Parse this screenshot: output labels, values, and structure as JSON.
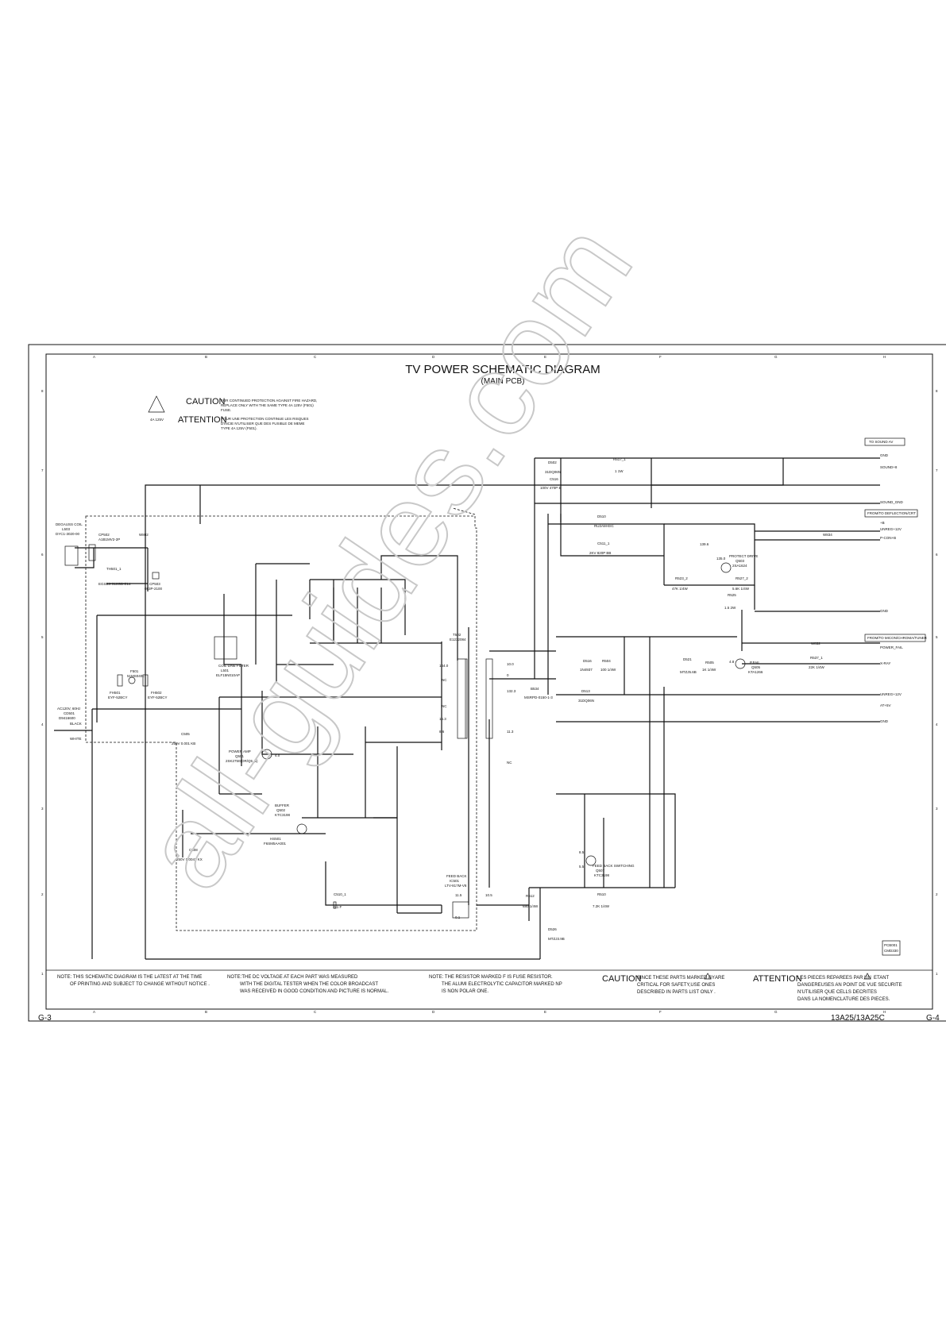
{
  "title": "TV POWER SCHEMATIC DIAGRAM",
  "subtitle": "(MAIN PCB)",
  "watermark": "all-guides.com",
  "grid": {
    "cols": [
      "A",
      "B",
      "C",
      "D",
      "E",
      "F",
      "G",
      "H"
    ],
    "rows": [
      "8",
      "7",
      "6",
      "5",
      "4",
      "3",
      "2",
      "1"
    ]
  },
  "caution": {
    "label": "CAUTION",
    "text1": "FOR CONTINUED PROTECTION AGAINST FIRE HAZARD,",
    "text2": "REPLACE ONLY WITH THE SAME TYPE 4A 125V (F501)",
    "text3": "FUSE.",
    "fuse_rating": "4A 125V"
  },
  "attention": {
    "label": "ATTENTION",
    "text1": "POUR UNE PROTECTION CONTINUE LES RISQUES",
    "text2": "D'INCIE N'UTILISER QUE DES FUSIBLE DE MEME",
    "text3": "TYPE 4A 125V (F501)."
  },
  "connectors": {
    "sound": "TO SOUND AV",
    "deflection": "FROM/TO DEFLECTION/CRT",
    "micom": "FROM/TO MICON/CHROMA/TUNER"
  },
  "signals": {
    "gnd1": "GND",
    "sound8": "SOUND+8",
    "sound_gnd": "SOUND_GND",
    "b": "+B",
    "unreg12": "UNREG+12V",
    "pcon": "P-CON+B",
    "gnd2": "GND",
    "power_fail": "POWER_FAIL",
    "xray": "X-RAY",
    "unreg12b": "UNREG+12V",
    "at5v": "AT+5V",
    "gnd3": "GND"
  },
  "parts": {
    "degauss": "DEGAUSS COIL",
    "degauss_id": "L503",
    "degauss_pn": "DYC1-3020-00",
    "cp502": "CP502",
    "cp502_pn": "A1B1MV2-2P",
    "w802": "W802",
    "th501": "TH501_1",
    "th501_pn": "EGSB3-S18GB-E14",
    "cp503": "CP503",
    "cp503_pn": "083P-2100",
    "ac": "AC120V, 60Hz",
    "cd501": "CD501",
    "cd501_pn": "D9416600",
    "black": "BLACK",
    "white": "WHITE",
    "f501": "F501",
    "f501_pn": "51MS040L",
    "fh501": "FH501",
    "fh501_pn": "EYF-52BCY",
    "fh502": "FH502",
    "fh502_pn": "EYF-52BCY",
    "l501": "COIL LINE FILTER",
    "l501_id": "L501",
    "l501_pn": "ELF15N010AP",
    "c505": "C505",
    "c505_val": "250V 0.001 KB",
    "c508": "C508",
    "c508_val": "250V 0.0047 KX",
    "q501": "POWER AMP",
    "q501_id": "Q501",
    "q501_pn": "2SK2750(OR/Q5_5)",
    "q502": "BUFFER",
    "q502_id": "Q502",
    "q502_pn": "KTC3198",
    "hs501": "HS501",
    "hs501_pn": "F6SM5AA001",
    "c510": "C510_1",
    "c510_val": "0.1 F",
    "t502": "T502",
    "t502_pn": "E1232084",
    "ic501": "FEED BACK",
    "ic501_id": "IC501",
    "ic501_pn": "LTV-817M-V8",
    "d502": "D502",
    "d502_pn": "31DQ06N",
    "c516": "C516",
    "c516_val": "100V 470P B",
    "r517": "R517_1",
    "r517_val": "1 1W",
    "d510": "D510",
    "d510_pn": "RU2AM-EIC",
    "c511": "C511_1",
    "c511_val": "2KV 820P BB",
    "q503": "PROTECT DRIVE",
    "q503_id": "Q503",
    "q503_pn": "2SA1624",
    "r523": "R523_2",
    "r523_val": "47K 1/4W",
    "r527": "R527_2",
    "r527_val": "5.6K 1/4W",
    "r525": "R525",
    "r525_val": "1.5 2W",
    "d516": "D516",
    "d516_pn": "1N4937",
    "r504": "R504",
    "r504_val": "100 1/4W",
    "d513": "D513",
    "d513_pn": "31DQ06N",
    "d521": "D521",
    "d521_pn": "MTZJ5.6B",
    "r505": "R505",
    "r505_val": "1K 1/4W",
    "q505": "P.FAIL",
    "q505_id": "Q505",
    "q505_pn": "KTA1266",
    "w832": "W832",
    "r537": "R537_1",
    "r537_val": "22K 1/4W",
    "w834": "W834",
    "b534": "B534",
    "b534_pn": "MSRPD-0150-1-3",
    "q507": "FEED BACK SWITCHING",
    "q507_id": "Q507",
    "q507_pn": "KTC3198",
    "r512": "R512",
    "r512_val": "680 1/4W",
    "r510": "R510",
    "r510_val": "7.2K 1/4W",
    "d526": "D526",
    "d526_pn": "MTZJ3.9B",
    "pcb": "PCB001",
    "pcb_id": "CMD330"
  },
  "voltages": {
    "v1": "144.0",
    "v2": "132.3",
    "v3": "10.0",
    "v4": "0",
    "v5": "16.3",
    "v6": "8.6",
    "v7": "11.3",
    "v8": "4.0",
    "v9": "11.5",
    "v10": "10.5",
    "v11": "0.1",
    "v12": "139.6",
    "v13": "135.0",
    "v14": "4.8",
    "v15": "8.5",
    "v16": "5.5",
    "nc": "NC"
  },
  "notes": {
    "n1a": "NOTE: THIS SCHEMATIC DIAGRAM IS THE LATEST AT THE TIME",
    "n1b": "OF PRINTING AND SUBJECT TO CHANGE WITHOUT NOTICE .",
    "n2a": "NOTE:THE DC VOLTAGE AT EACH PART WAS MEASURED",
    "n2b": "WITH THE DIGITAL TESTER WHEN THE COLOR BROADCAST",
    "n2c": "WAS RECEIVED IN GOOD CONDITION AND PICTURE IS NORMAL.",
    "n3a": "NOTE: THE RESISTOR MARKED F IS FUSE RESISTOR.",
    "n3b": "THE ALUMI ELECTROLYTIC CAPACITOR MARKED NP",
    "n3c": "IS NON POLAR ONE.",
    "caution_label": "CAUTION",
    "caution_a": "SINCE THESE PARTS MARKED BY",
    "caution_are": "ARE",
    "caution_b": "CRITICAL FOR SAFETY,USE ONES",
    "caution_c": "DESCRIBED IN PARTS LIST ONLY .",
    "attention_label": "ATTENTION",
    "attention_a": "LES PIECES REPAREES PAR UN",
    "attention_etant": "ETANT",
    "attention_b": "DANGEREUSES AN POINT DE VUE SECURITE",
    "attention_c": "N'UTILISER QUE CELLS DECRITES",
    "attention_d": "DANS LA NOMENCLATURE DES PIECES."
  },
  "footer": {
    "left": "G-3",
    "model": "13A25/13A25C",
    "right": "G-4"
  }
}
